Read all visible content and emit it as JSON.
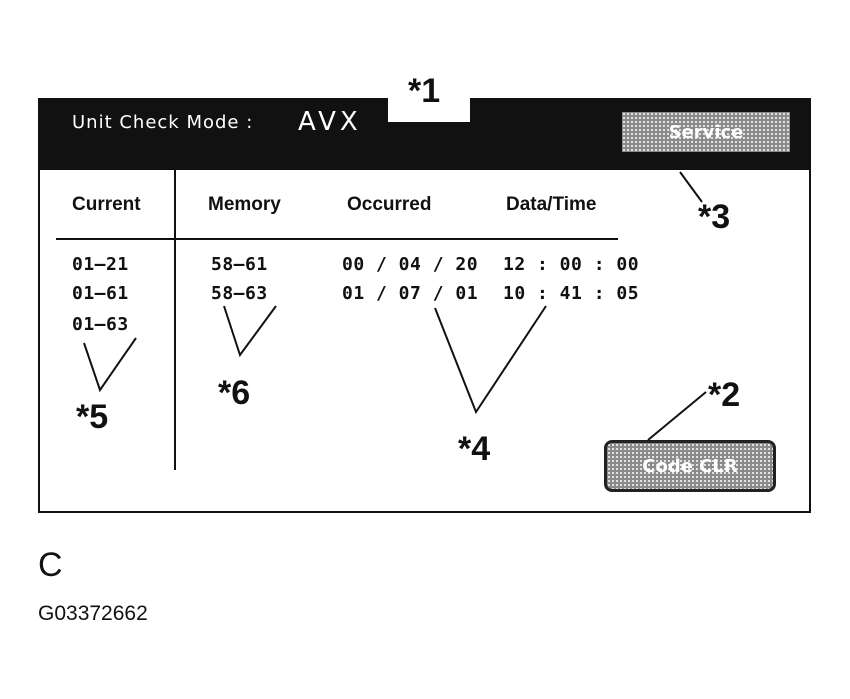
{
  "header": {
    "title": "Unit Check Mode :",
    "mode": "AVX",
    "service_button": "Service"
  },
  "table": {
    "headers": {
      "current": "Current",
      "memory": "Memory",
      "occurred": "Occurred",
      "datetime": "Data/Time"
    },
    "current_codes": [
      "01—21",
      "01—61",
      "01—63"
    ],
    "memory_rows": [
      {
        "code": "58—61",
        "occurred": "00 / 04 / 20",
        "time": "12 : 00 : 00"
      },
      {
        "code": "58—63",
        "occurred": "01 / 07 / 01",
        "time": "10 : 41 : 05"
      }
    ]
  },
  "code_clear_button": "Code CLR",
  "callouts": {
    "c1": "*1",
    "c2": "*2",
    "c3": "*3",
    "c4": "*4",
    "c5": "*5",
    "c6": "*6"
  },
  "figure": {
    "letter": "C",
    "id": "G03372662"
  }
}
